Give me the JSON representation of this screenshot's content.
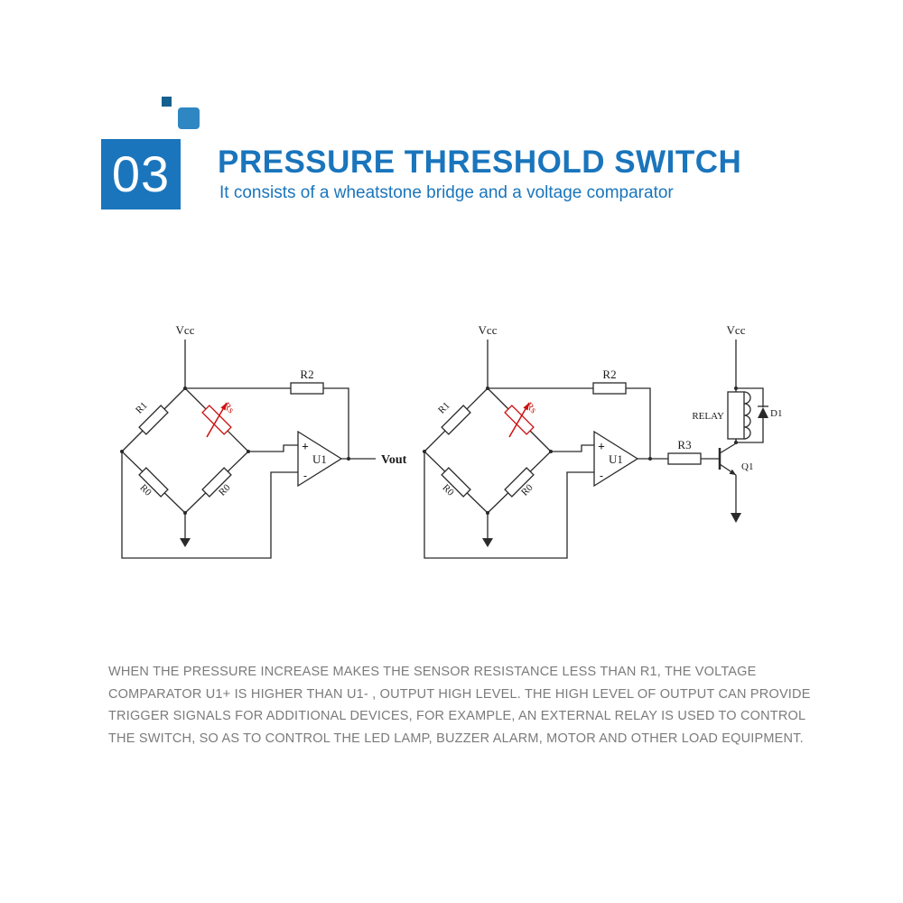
{
  "header": {
    "number": "03",
    "title": "PRESSURE THRESHOLD SWITCH",
    "subtitle": "It consists of a wheatstone bridge and a voltage comparator"
  },
  "colors": {
    "accent": "#1a75bc",
    "accent_light": "#2e86c3",
    "accent_dark": "#14608f",
    "wire": "#2a2a2a",
    "sensor_red": "#cc1111",
    "body_text": "#7b7b7b"
  },
  "circuit_left": {
    "vcc": "Vcc",
    "r1": "R1",
    "rs": "Rs",
    "r0_left": "R0",
    "r0_right": "R0",
    "r2": "R2",
    "opamp": "U1",
    "plus": "+",
    "minus": "-",
    "vout": "Vout"
  },
  "circuit_right": {
    "vcc": "Vcc",
    "r1": "R1",
    "rs": "Rs",
    "r0_left": "R0",
    "r0_right": "R0",
    "r2": "R2",
    "opamp": "U1",
    "plus": "+",
    "minus": "-",
    "r3": "R3",
    "q1": "Q1",
    "relay": "RELAY",
    "d1": "D1",
    "vcc_relay": "Vcc"
  },
  "description": {
    "lines": [
      "WHEN THE PRESSURE INCREASE MAKES THE SENSOR RESISTANCE LESS THAN R1, THE VOLTAGE",
      "COMPARATOR U1+ IS HIGHER THAN U1- , OUTPUT HIGH LEVEL. THE HIGH LEVEL OF OUTPUT CAN PROVIDE",
      "TRIGGER SIGNALS FOR ADDITIONAL DEVICES, FOR EXAMPLE, AN EXTERNAL RELAY IS USED TO CONTROL",
      "THE SWITCH, SO AS TO CONTROL THE LED LAMP, BUZZER ALARM, MOTOR AND OTHER LOAD EQUIPMENT."
    ]
  }
}
